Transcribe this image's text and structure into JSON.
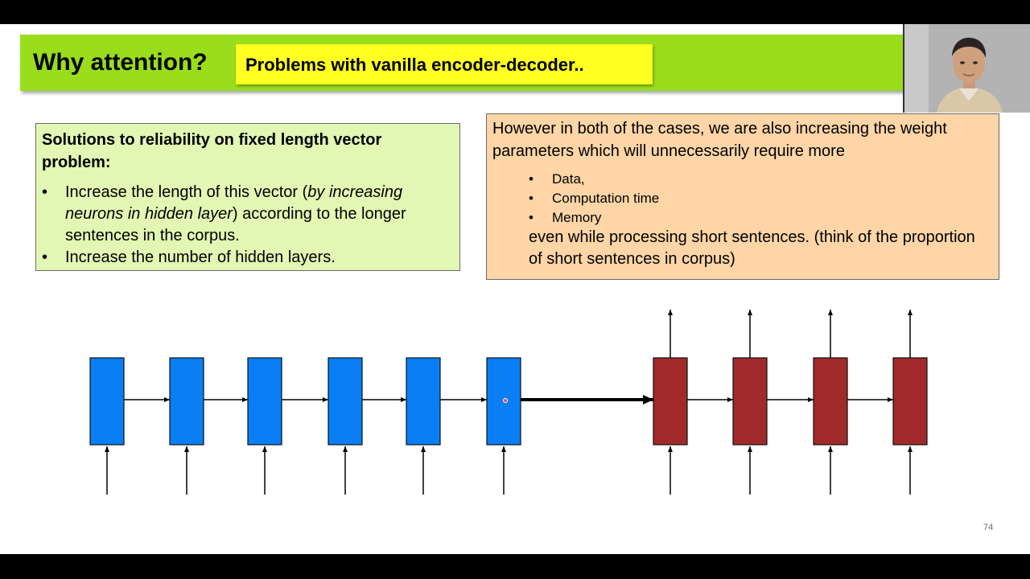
{
  "slide": {
    "title": "Why attention?",
    "subtitle": "Problems with vanilla encoder-decoder..",
    "page_number": "74"
  },
  "solutions_box": {
    "heading": "Solutions to reliability on fixed length vector problem:",
    "bullet_symbol": "•",
    "items": [
      {
        "before": "Increase the length of this vector (",
        "emphasis": "by increasing neurons in hidden layer",
        "after": ") according to the longer sentences in the corpus."
      },
      {
        "before": "Increase the number of hidden layers.",
        "emphasis": "",
        "after": ""
      }
    ]
  },
  "drawback_box": {
    "intro": "However in both of the cases, we are also increasing the weight parameters which will unnecessarily require more",
    "bullet_symbol": "•",
    "items": [
      "Data,",
      "Computation time",
      "Memory"
    ],
    "conclusion": "even while processing short sentences. (think of the proportion of short sentences in corpus)"
  },
  "diagram": {
    "encoder_color": "#0a7ef5",
    "decoder_color": "#a02a2a",
    "encoder_cells": 6,
    "decoder_cells": 4
  },
  "colors": {
    "title_band": "#99dd1c",
    "subtitle_box": "#ffff22",
    "solutions_box": "#e2f7b4",
    "drawback_box": "#fdd5a6"
  }
}
